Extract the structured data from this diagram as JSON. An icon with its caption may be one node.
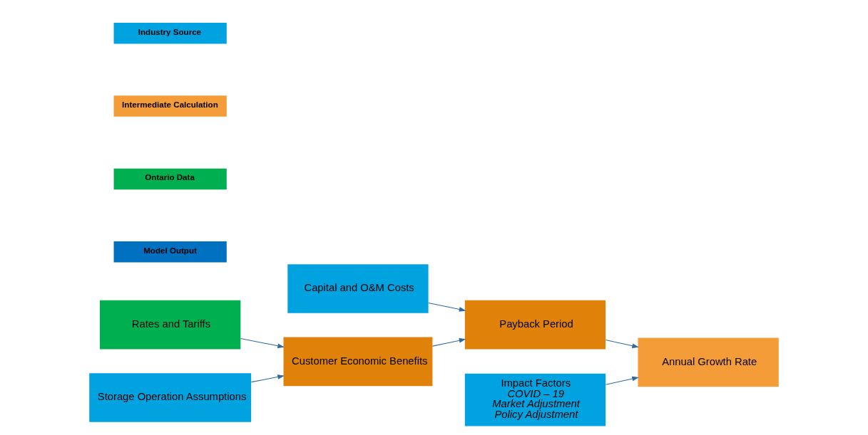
{
  "diagram": {
    "nodes": [
      {
        "text": [
          "Capital and O&M Costs"
        ]
      },
      {
        "text": [
          "Rates and Tariffs"
        ]
      },
      {
        "text": [
          "Customer Economic Benefits"
        ]
      },
      {
        "text": [
          "Storage Operation Assumptions"
        ]
      },
      {
        "text": [
          "Payback Period"
        ]
      },
      {
        "text": [
          "Annual Growth Rate"
        ]
      },
      {
        "text": [
          "Impact Factors",
          "COVID – 19",
          "Market Adjustment",
          "Policy Adjustment"
        ]
      }
    ],
    "edges": [
      {
        "from": 1,
        "to": 2,
        "arrow": "to"
      },
      {
        "from": 3,
        "to": 2,
        "arrow": "to"
      },
      {
        "from": 0,
        "to": 4,
        "arrow": "to"
      },
      {
        "from": 2,
        "to": 4,
        "arrow": "to"
      },
      {
        "from": 4,
        "to": 5,
        "arrow": "to"
      },
      {
        "from": 6,
        "to": 5,
        "arrow": "to"
      }
    ],
    "legend": [
      {
        "text": "Industry Source",
        "color": "#00a3e0"
      },
      {
        "text": "Intermediate Calculation",
        "color": "#f39c38"
      },
      {
        "text": "Ontario Data",
        "color": "#00b050"
      },
      {
        "text": "Model Output",
        "color": "#0070c0"
      }
    ]
  }
}
